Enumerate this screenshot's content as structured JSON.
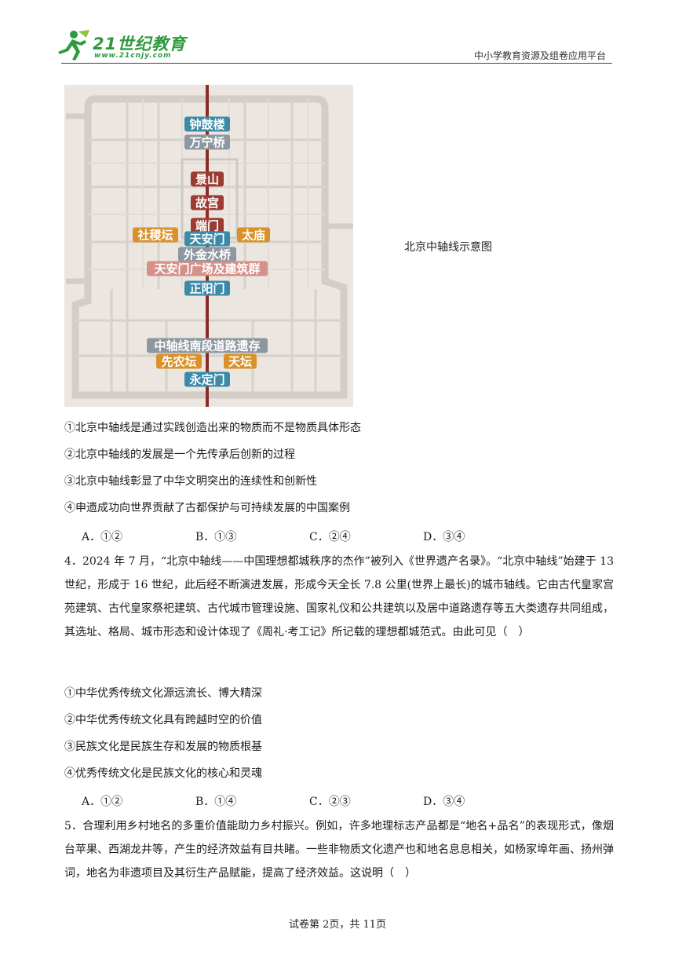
{
  "header": {
    "logo_text": "21世纪教育",
    "logo_sub": "www.21cnjy.com",
    "platform": "中小学教育资源及组卷应用平台"
  },
  "map": {
    "caption": "北京中轴线示意图",
    "labels": [
      {
        "text": "钟鼓楼",
        "color": "#3a8aa8"
      },
      {
        "text": "万宁桥",
        "color": "#8e96a0"
      },
      {
        "text": "景山",
        "color": "#9c3b34"
      },
      {
        "text": "故宫",
        "color": "#9c3b34"
      },
      {
        "text": "端门",
        "color": "#9c3b34"
      },
      {
        "text": "社稷坛",
        "color": "#d9922a"
      },
      {
        "text": "天安门",
        "color": "#3a8aa8"
      },
      {
        "text": "太庙",
        "color": "#d9922a"
      },
      {
        "text": "外金水桥",
        "color": "#8e96a0"
      },
      {
        "text": "天安门广场及建筑群",
        "color": "#d59088"
      },
      {
        "text": "正阳门",
        "color": "#3a8aa8"
      },
      {
        "text": "中轴线南段道路遗存",
        "color": "#8e96a0"
      },
      {
        "text": "先农坛",
        "color": "#d9922a"
      },
      {
        "text": "天坛",
        "color": "#d9922a"
      },
      {
        "text": "永定门",
        "color": "#3a8aa8"
      }
    ]
  },
  "q3": {
    "items": [
      "①北京中轴线是通过实践创造出来的物质而不是物质具体形态",
      "②北京中轴线的发展是一个先传承后创新的过程",
      "③北京中轴线彰显了中华文明突出的连续性和创新性",
      "④申遗成功向世界贡献了古都保护与可持续发展的中国案例"
    ],
    "options": [
      "A．①②",
      "B．①③",
      "C．②④",
      "D．③④"
    ]
  },
  "q4": {
    "stem": "4．2024 年 7 月，“北京中轴线——中国理想都城秩序的杰作”被列入《世界遗产名录》。“北京中轴线”始建于 13 世纪，形成于 16 世纪，此后经不断演进发展，形成今天全长 7.8 公里(世界上最长)的城市轴线。它由古代皇家宫苑建筑、古代皇家祭祀建筑、古代城市管理设施、国家礼仪和公共建筑以及居中道路遗存等五大类遗存共同组成，其选址、格局、城市形态和设计体现了《周礼·考工记》所记载的理想都城范式。由此可见（　）",
    "items": [
      "①中华优秀传统文化源远流长、博大精深",
      "②中华优秀传统文化具有跨越时空的价值",
      "③民族文化是民族生存和发展的物质根基",
      "④优秀传统文化是民族文化的核心和灵魂"
    ],
    "options": [
      "A．①②",
      "B．①④",
      "C．②③",
      "D．③④"
    ]
  },
  "q5": {
    "stem": "5．合理利用乡村地名的多重价值能助力乡村振兴。例如，许多地理标志产品都是“地名+品名”的表现形式，像烟台苹果、西湖龙井等，产生的经济效益有目共睹。一些非物质文化遗产也和地名息息相关，如杨家埠年画、扬州弹词，地名为非遗项目及其衍生产品赋能，提高了经济效益。这说明（　）"
  },
  "footer": "试卷第 2页，共 11页"
}
